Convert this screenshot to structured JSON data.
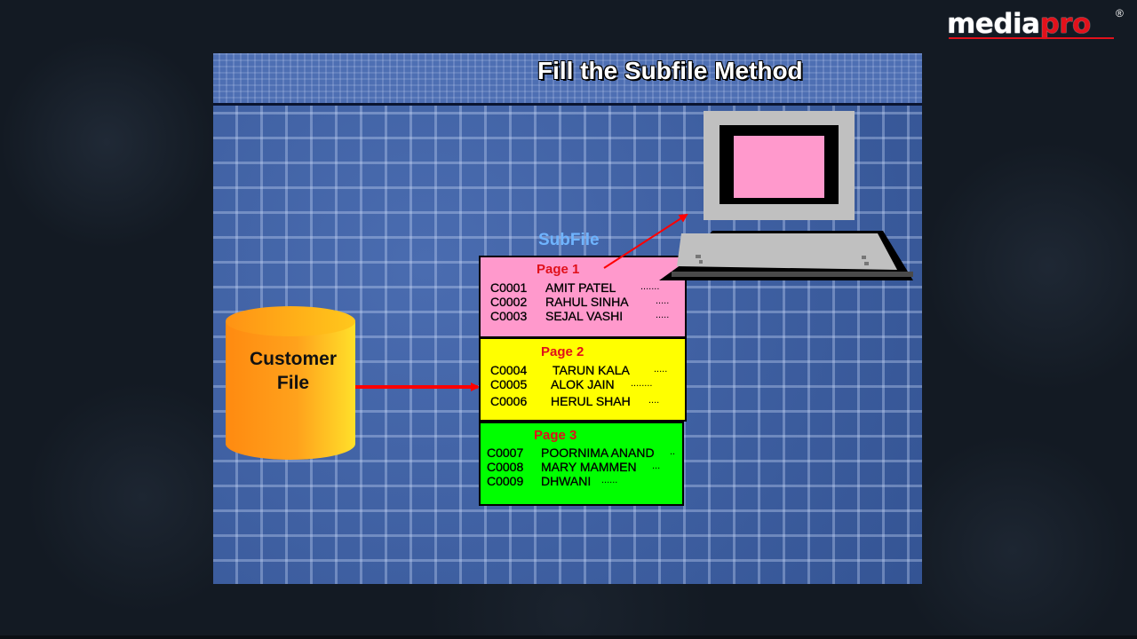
{
  "brand": {
    "part1": "media",
    "part2": "pro",
    "registered": "®",
    "colors": {
      "main": "#ffffff",
      "accent": "#e2111b"
    }
  },
  "slide": {
    "title": "Fill the Subfile Method"
  },
  "diagram": {
    "customer_file": {
      "line1": "Customer",
      "line2": "File",
      "color": "#ff9a1a"
    },
    "subfile_label": "SubFile",
    "pages": [
      {
        "title": "Page 1",
        "color": "#ff99cc",
        "records": [
          {
            "code": "C0001",
            "name": "AMIT PATEL",
            "dots": "......."
          },
          {
            "code": "C0002",
            "name": "RAHUL SINHA",
            "dots": "....."
          },
          {
            "code": "C0003",
            "name": "SEJAL VASHI",
            "dots": "....."
          }
        ]
      },
      {
        "title": "Page 2",
        "color": "#ffff00",
        "records": [
          {
            "code": "C0004",
            "name": "TARUN KALA",
            "dots": "....."
          },
          {
            "code": "C0005",
            "name": "ALOK JAIN",
            "dots": "........"
          },
          {
            "code": "C0006",
            "name": "HERUL SHAH",
            "dots": "...."
          }
        ]
      },
      {
        "title": "Page 3",
        "color": "#00ff00",
        "records": [
          {
            "code": "C0007",
            "name": "POORNIMA ANAND",
            "dots": ".."
          },
          {
            "code": "C0008",
            "name": "MARY MAMMEN",
            "dots": "..."
          },
          {
            "code": "C0009",
            "name": "DHWANI",
            "dots": "......"
          }
        ]
      }
    ],
    "computer": {
      "screen_color": "#ff99cc",
      "body_color": "#c0c0c0"
    },
    "arrow_color": "#ff0000"
  }
}
